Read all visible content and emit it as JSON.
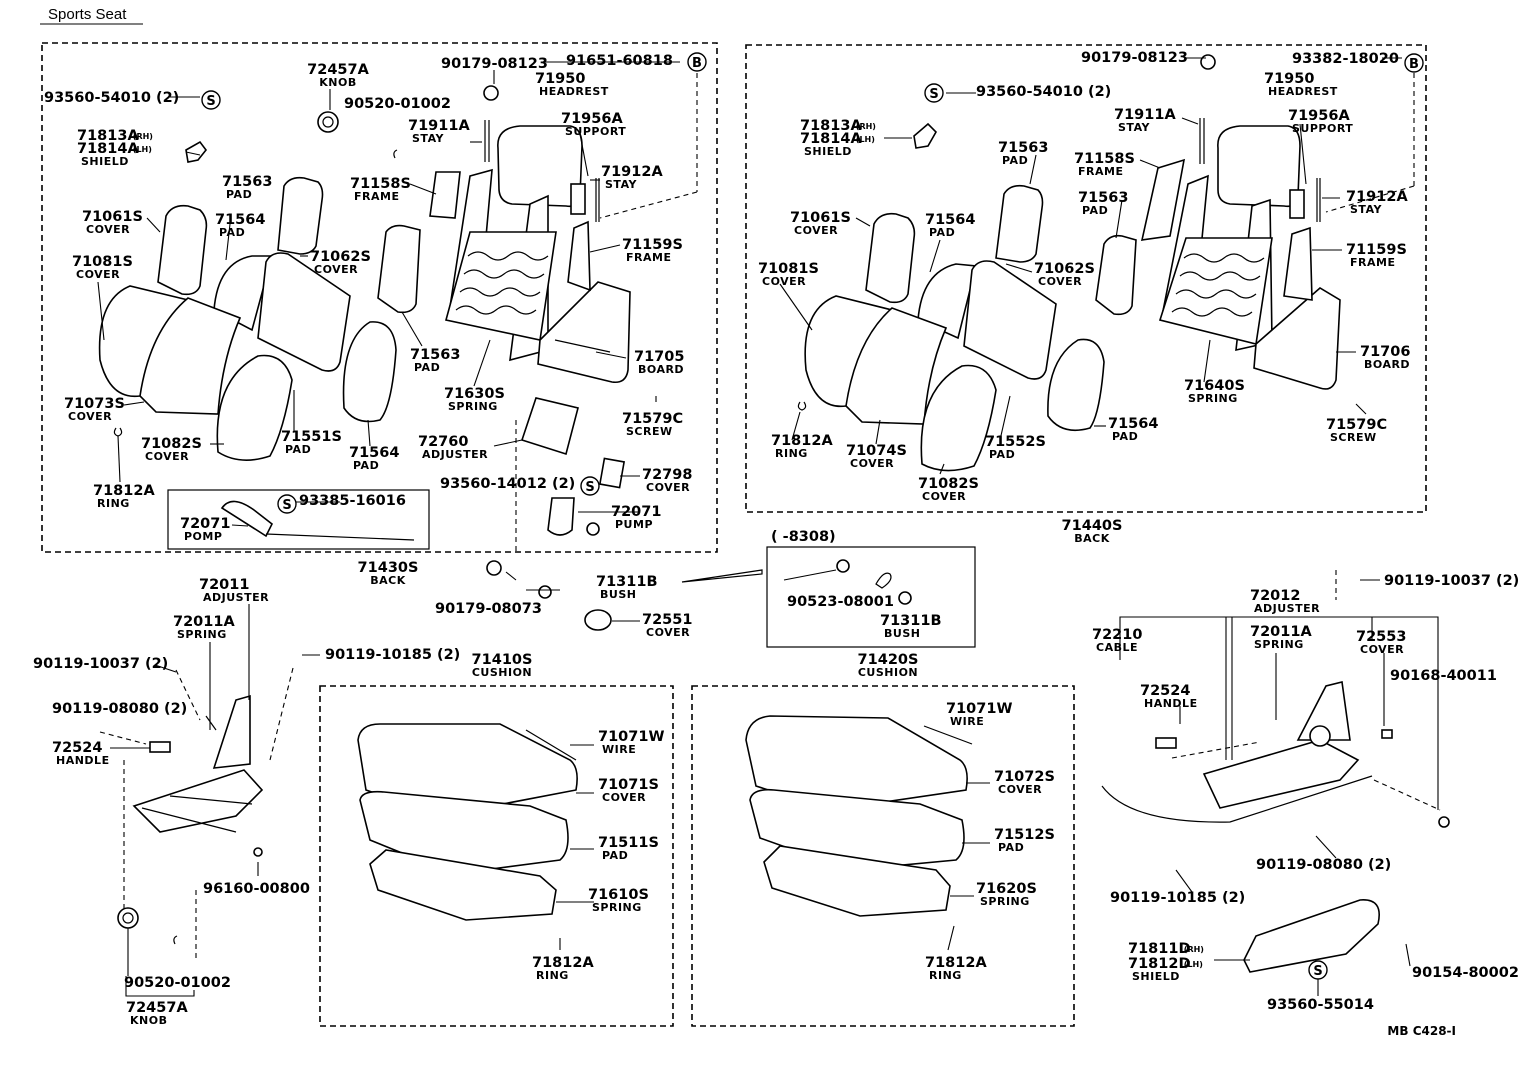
{
  "title": "Sports Seat",
  "footer_code": "MB C428-I",
  "labels": [
    {
      "id": "l1",
      "num": "72457A",
      "name": "KNOB"
    },
    {
      "id": "l2",
      "num": "90520-01002"
    },
    {
      "id": "l3",
      "num": "90179-08123"
    },
    {
      "id": "l4",
      "num": "91651-60818"
    },
    {
      "id": "l5",
      "num": "93560-54010 (2)"
    },
    {
      "id": "l6",
      "num": "71950",
      "name": "HEADREST"
    },
    {
      "id": "l7",
      "num": "71813A",
      "sub": "(RH)"
    },
    {
      "id": "l8",
      "num": "71814A",
      "sub": "(LH)",
      "name": "SHIELD"
    },
    {
      "id": "l9",
      "num": "71911A",
      "name": "STAY"
    },
    {
      "id": "l10",
      "num": "71956A",
      "name": "SUPPORT"
    },
    {
      "id": "l11",
      "num": "71563",
      "name": "PAD"
    },
    {
      "id": "l12",
      "num": "71158S",
      "name": "FRAME"
    },
    {
      "id": "l13",
      "num": "71912A",
      "name": "STAY"
    },
    {
      "id": "l14",
      "num": "71061S",
      "name": "COVER"
    },
    {
      "id": "l15",
      "num": "71564",
      "name": "PAD"
    },
    {
      "id": "l16",
      "num": "71062S",
      "name": "COVER"
    },
    {
      "id": "l17",
      "num": "71159S",
      "name": "FRAME"
    },
    {
      "id": "l18",
      "num": "71081S",
      "name": "COVER"
    },
    {
      "id": "l19",
      "num": "71563",
      "name": "PAD"
    },
    {
      "id": "l20",
      "num": "71705",
      "name": "BOARD"
    },
    {
      "id": "l21",
      "num": "71630S",
      "name": "SPRING"
    },
    {
      "id": "l22",
      "num": "71073S",
      "name": "COVER"
    },
    {
      "id": "l23",
      "num": "71579C",
      "name": "SCREW"
    },
    {
      "id": "l24",
      "num": "71551S",
      "name": "PAD"
    },
    {
      "id": "l25",
      "num": "71082S",
      "name": "COVER"
    },
    {
      "id": "l26",
      "num": "71564",
      "name": "PAD"
    },
    {
      "id": "l27",
      "num": "72760",
      "name": "ADJUSTER"
    },
    {
      "id": "l28",
      "num": "72798",
      "name": "COVER"
    },
    {
      "id": "l29",
      "num": "93560-14012 (2)"
    },
    {
      "id": "l30",
      "num": "71812A",
      "name": "RING"
    },
    {
      "id": "l31",
      "num": "93385-16016"
    },
    {
      "id": "l32",
      "num": "72071",
      "name": "POMP"
    },
    {
      "id": "l33",
      "num": "72071",
      "name": "PUMP"
    },
    {
      "id": "l34",
      "num": "71430S",
      "name": "BACK"
    },
    {
      "id": "l35",
      "num": "90179-08073"
    },
    {
      "id": "l36",
      "num": "71311B",
      "name": "BUSH"
    },
    {
      "id": "l37",
      "num": "72551",
      "name": "COVER"
    },
    {
      "id": "l38",
      "num": "(      -8308)"
    },
    {
      "id": "l39",
      "num": "90523-08001"
    },
    {
      "id": "l40",
      "num": "71311B",
      "name": "BUSH"
    },
    {
      "id": "l41",
      "num": "90179-08123"
    },
    {
      "id": "l42",
      "num": "93382-18020"
    },
    {
      "id": "l43",
      "num": "93560-54010 (2)"
    },
    {
      "id": "l44",
      "num": "71950",
      "name": "HEADREST"
    },
    {
      "id": "l45",
      "num": "71813A",
      "sub": "(RH)"
    },
    {
      "id": "l46",
      "num": "71814A",
      "sub": "(LH)",
      "name": "SHIELD"
    },
    {
      "id": "l47",
      "num": "71911A",
      "name": "STAY"
    },
    {
      "id": "l48",
      "num": "71956A",
      "name": "SUPPORT"
    },
    {
      "id": "l49",
      "num": "71563",
      "name": "PAD"
    },
    {
      "id": "l50",
      "num": "71158S",
      "name": "FRAME"
    },
    {
      "id": "l51",
      "num": "71912A",
      "name": "STAY"
    },
    {
      "id": "l52",
      "num": "71563",
      "name": "PAD"
    },
    {
      "id": "l53",
      "num": "71061S",
      "name": "COVER"
    },
    {
      "id": "l54",
      "num": "71564",
      "name": "PAD"
    },
    {
      "id": "l55",
      "num": "71062S",
      "name": "COVER"
    },
    {
      "id": "l56",
      "num": "71159S",
      "name": "FRAME"
    },
    {
      "id": "l57",
      "num": "71081S",
      "name": "COVER"
    },
    {
      "id": "l58",
      "num": "71706",
      "name": "BOARD"
    },
    {
      "id": "l59",
      "num": "71640S",
      "name": "SPRING"
    },
    {
      "id": "l60",
      "num": "71579C",
      "name": "SCREW"
    },
    {
      "id": "l61",
      "num": "71812A",
      "name": "RING"
    },
    {
      "id": "l62",
      "num": "71074S",
      "name": "COVER"
    },
    {
      "id": "l63",
      "num": "71552S",
      "name": "PAD"
    },
    {
      "id": "l64",
      "num": "71564",
      "name": "PAD"
    },
    {
      "id": "l65",
      "num": "71082S",
      "name": "COVER"
    },
    {
      "id": "l66",
      "num": "71440S",
      "name": "BACK"
    },
    {
      "id": "l67",
      "num": "72011",
      "name": "ADJUSTER"
    },
    {
      "id": "l68",
      "num": "72011A",
      "name": "SPRING"
    },
    {
      "id": "l69",
      "num": "90119-10037 (2)"
    },
    {
      "id": "l70",
      "num": "90119-10185 (2)"
    },
    {
      "id": "l71",
      "num": "90119-08080 (2)"
    },
    {
      "id": "l72",
      "num": "72524",
      "name": "HANDLE"
    },
    {
      "id": "l73",
      "num": "96160-00800"
    },
    {
      "id": "l74",
      "num": "90520-01002"
    },
    {
      "id": "l75",
      "num": "72457A",
      "name": "KNOB"
    },
    {
      "id": "l76",
      "num": "71410S",
      "name": "CUSHION"
    },
    {
      "id": "l77",
      "num": "71071W",
      "name": "WIRE"
    },
    {
      "id": "l78",
      "num": "71071S",
      "name": "COVER"
    },
    {
      "id": "l79",
      "num": "71511S",
      "name": "PAD"
    },
    {
      "id": "l80",
      "num": "71610S",
      "name": "SPRING"
    },
    {
      "id": "l81",
      "num": "71812A",
      "name": "RING"
    },
    {
      "id": "l82",
      "num": "71420S",
      "name": "CUSHION"
    },
    {
      "id": "l83",
      "num": "71071W",
      "name": "WIRE"
    },
    {
      "id": "l84",
      "num": "71072S",
      "name": "COVER"
    },
    {
      "id": "l85",
      "num": "71512S",
      "name": "PAD"
    },
    {
      "id": "l86",
      "num": "71620S",
      "name": "SPRING"
    },
    {
      "id": "l87",
      "num": "71812A",
      "name": "RING"
    },
    {
      "id": "l88",
      "num": "90119-10037 (2)"
    },
    {
      "id": "l89",
      "num": "72012",
      "name": "ADJUSTER"
    },
    {
      "id": "l90",
      "num": "72210",
      "name": "CABLE"
    },
    {
      "id": "l91",
      "num": "72011A",
      "name": "SPRING"
    },
    {
      "id": "l92",
      "num": "72553",
      "name": "COVER"
    },
    {
      "id": "l93",
      "num": "90168-40011"
    },
    {
      "id": "l94",
      "num": "72524",
      "name": "HANDLE"
    },
    {
      "id": "l95",
      "num": "90119-08080 (2)"
    },
    {
      "id": "l96",
      "num": "90119-10185 (2)"
    },
    {
      "id": "l97",
      "num": "71811D",
      "sub": "(RH)"
    },
    {
      "id": "l98",
      "num": "71812D",
      "sub": "(LH)",
      "name": "SHIELD"
    },
    {
      "id": "l99",
      "num": "90154-80002"
    },
    {
      "id": "l100",
      "num": "93560-55014"
    }
  ],
  "callouts": {
    "s": "S",
    "b": "B"
  }
}
